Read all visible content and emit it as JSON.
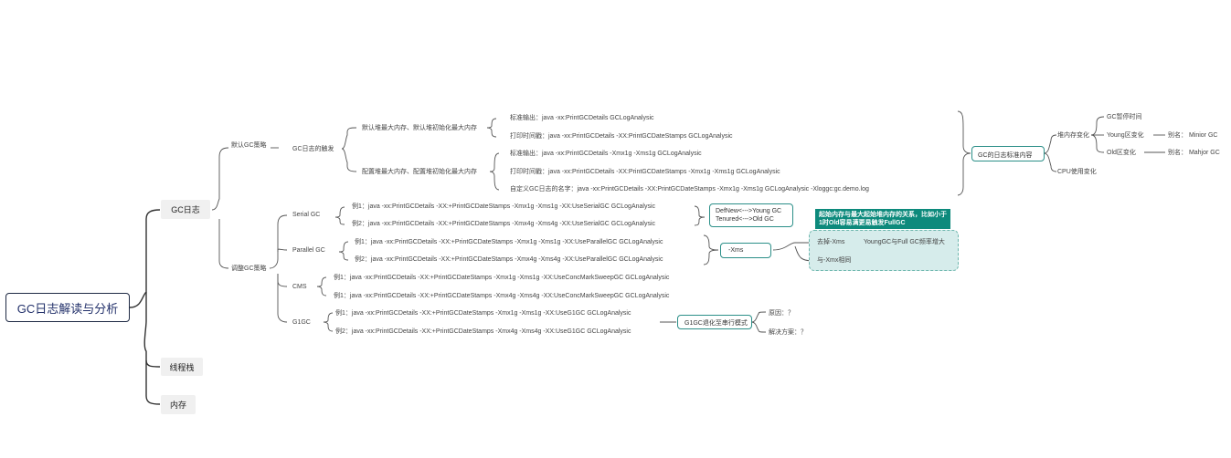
{
  "root": "GC日志解读与分析",
  "level1": {
    "gc_log": "GC日志",
    "thread_stack": "线程栈",
    "memory": "内存"
  },
  "default_strategy": {
    "label": "默认GC策略",
    "trigger": "GC日志的触发",
    "default_mem": "默认堆最大内存、默认堆初始化最大内存",
    "config_mem": "配置堆最大内存、配置堆初始化最大内存",
    "default_items": [
      "标准输出：java -xx:PrintGCDetails GCLogAnalysic",
      "打印时间戳：java -xx:PrintGCDetails -XX:PrintGCDateStamps  GCLogAnalysic"
    ],
    "config_items": [
      "标准输出：java -xx:PrintGCDetails -Xmx1g -Xms1g GCLogAnalysic",
      "打印时间戳：java -xx:PrintGCDetails -XX:PrintGCDateStamps -Xmx1g -Xms1g GCLogAnalysic",
      "自定义GC日志的名字：java -xx:PrintGCDetails -XX:PrintGCDateStamps -Xmx1g -Xms1g GCLogAnalysic -Xloggc:gc.demo.log"
    ]
  },
  "adjust_strategy": {
    "label": "调整GC策略",
    "serial": {
      "label": "Serial   GC",
      "items": [
        "例1：java -xx:PrintGCDetails -XX:+PrintGCDateStamps -Xmx1g -Xms1g -XX:UseSerialGC GCLogAnalysic",
        "例2：java -xx:PrintGCDetails -XX:+PrintGCDateStamps -Xmx4g -Xms4g -XX:UseSerialGC GCLogAnalysic"
      ],
      "note": [
        "DefNew<--->Young GC",
        "Tenured<--->Old GC"
      ]
    },
    "parallel": {
      "label": "Parallel GC",
      "items": [
        "例1：java -xx:PrintGCDetails -XX:+PrintGCDateStamps -Xmx1g -Xms1g -XX:UseParallelGC GCLogAnalysic",
        "例2：java -xx:PrintGCDetails -XX:+PrintGCDateStamps -Xmx4g -Xms4g -XX:UseParallelGC GCLogAnalysic"
      ],
      "xms": "-Xms",
      "xms_children": [
        "去掉-Xms",
        "与-Xmx相同"
      ],
      "xms_result": "YoungGC与Full GC频率增大",
      "callout": "起始内存与最大起始堆内存的关系，比如小于1时Old容易满更易触发FullGC"
    },
    "cms": {
      "label": "CMS",
      "items": [
        "例1：java -xx:PrintGCDetails -XX:+PrintGCDateStamps -Xmx1g -Xms1g -XX:UseConcMarkSweepGC GCLogAnalysic",
        "例1：java -xx:PrintGCDetails -XX:+PrintGCDateStamps -Xmx4g -Xms4g -XX:UseConcMarkSweepGC GCLogAnalysic"
      ]
    },
    "g1": {
      "label": "G1GC",
      "items": [
        "例1：java -xx:PrintGCDetails -XX:+PrintGCDateStamps -Xmx1g -Xms1g -XX:UseG1GC GCLogAnalysic",
        "例2：java -xx:PrintGCDetails -XX:+PrintGCDateStamps -Xmx4g -Xms4g -XX:UseG1GC GCLogAnalysic"
      ],
      "degrade": "G1GC退化至串行模式",
      "degrade_children": [
        "原因：？",
        "解决方案：？"
      ]
    }
  },
  "gc_standard": {
    "label": "GC的日志标准内容",
    "heap": "堆内存变化",
    "cpu": "CPU使用变化",
    "pause": "GC暂停时间",
    "young": "Young区变化",
    "old": "Old区变化",
    "young_alias": "别名：  Minior GC",
    "old_alias": "别名：  Mahjor GC"
  }
}
